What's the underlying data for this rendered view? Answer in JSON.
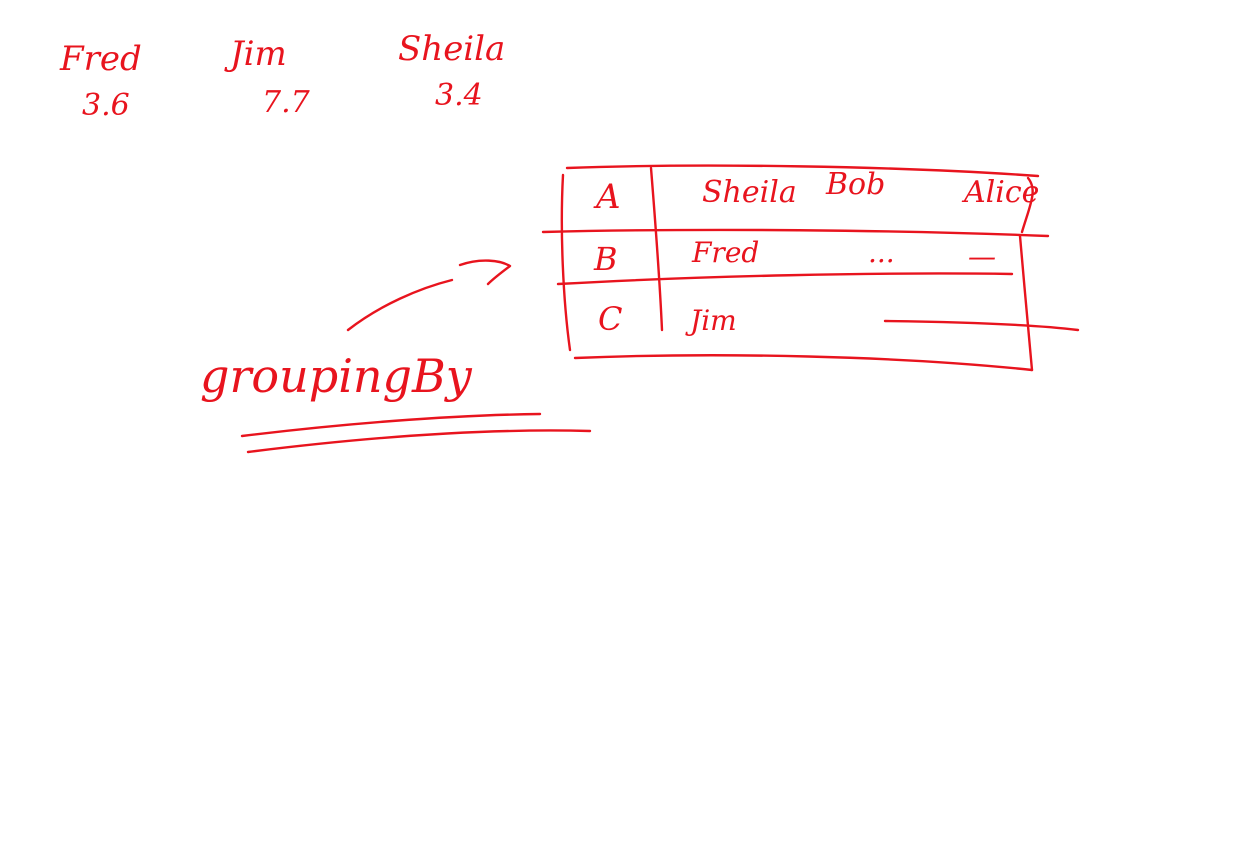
{
  "ink_color": "#e8141e",
  "top_scores": [
    {
      "name": "Fred",
      "score": "3.6"
    },
    {
      "name": "Jim",
      "score": "7.7"
    },
    {
      "name": "Sheila",
      "score": "3.4"
    }
  ],
  "table": {
    "header": {
      "key": "A",
      "cells": [
        "Sheila",
        "Bob",
        "Alice"
      ]
    },
    "rows": [
      {
        "key": "B",
        "cells": [
          "Fred",
          "...",
          "—"
        ]
      },
      {
        "key": "C",
        "cells": [
          "Jim",
          "",
          ""
        ]
      }
    ]
  },
  "grouping_label": "groupingBy"
}
